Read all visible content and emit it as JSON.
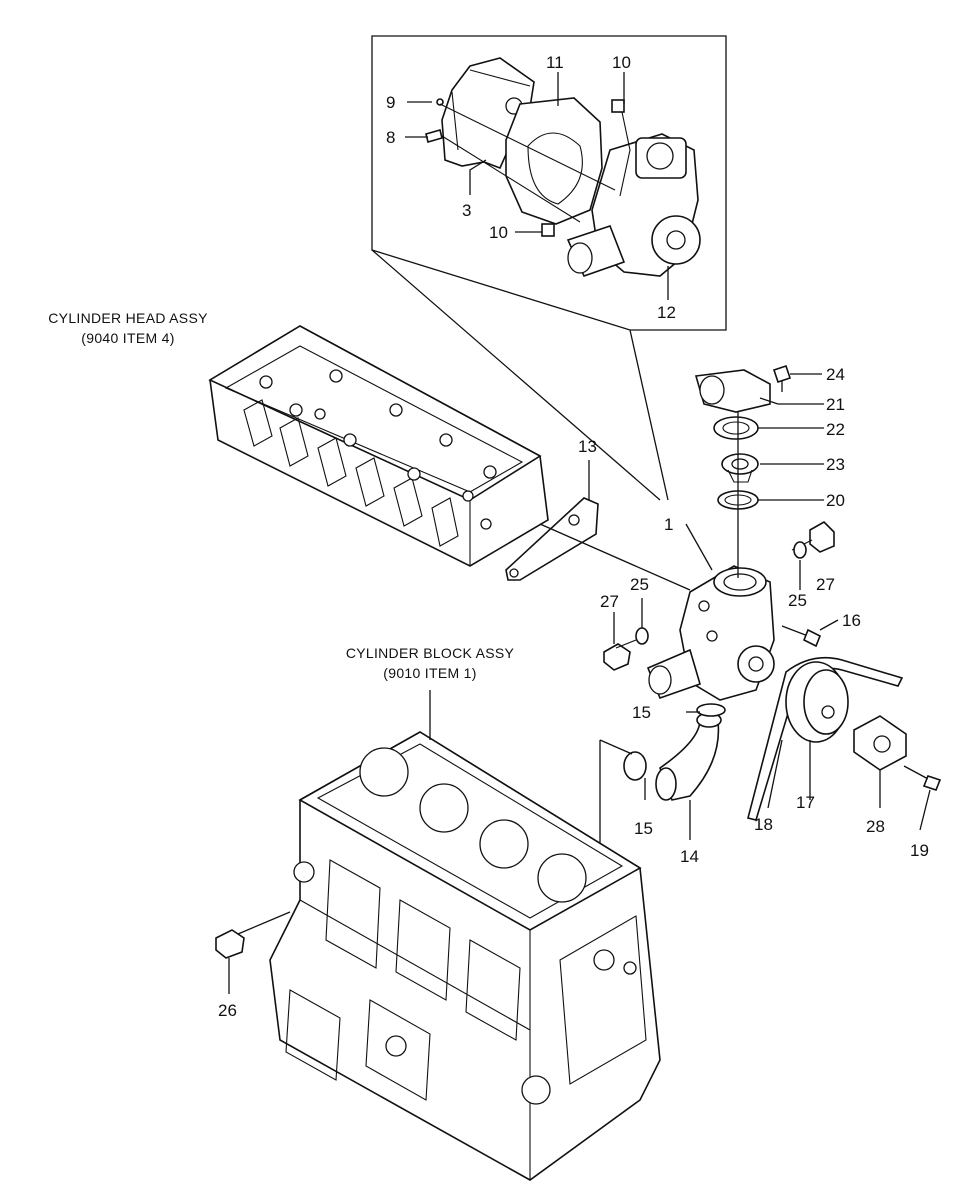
{
  "captions": {
    "head_title": "CYLINDER HEAD ASSY",
    "head_ref": "(9040 ITEM 4)",
    "block_title": "CYLINDER BLOCK ASSY",
    "block_ref": "(9010 ITEM 1)"
  },
  "callouts": {
    "c1": "1",
    "c3": "3",
    "c8": "8",
    "c9": "9",
    "c10a": "10",
    "c10b": "10",
    "c11": "11",
    "c12": "12",
    "c13": "13",
    "c14": "14",
    "c15a": "15",
    "c15b": "15",
    "c16": "16",
    "c17": "17",
    "c18": "18",
    "c19": "19",
    "c20": "20",
    "c21": "21",
    "c22": "22",
    "c23": "23",
    "c24": "24",
    "c25a": "25",
    "c25b": "25",
    "c26": "26",
    "c27a": "27",
    "c27b": "27",
    "c28": "28"
  }
}
